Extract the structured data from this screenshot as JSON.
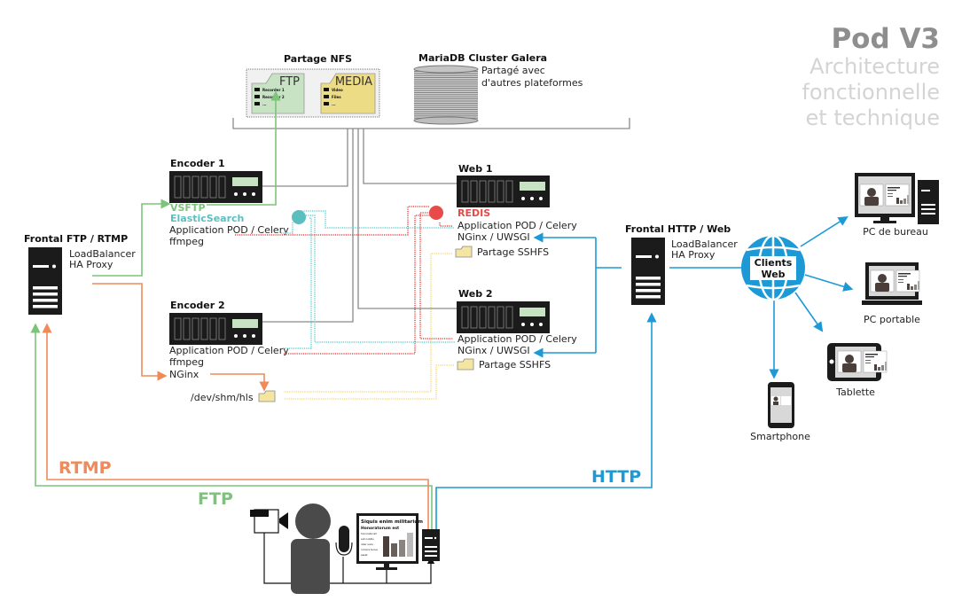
{
  "title": {
    "main": "Pod V3",
    "sub_lines": [
      "Architecture",
      "fonctionnelle",
      "et technique"
    ]
  },
  "colors": {
    "ftp": "#7cc47a",
    "rtmp": "#ef8a5a",
    "http": "#1d9ad6",
    "elasticsearch": "#5bbfbf",
    "redis": "#e84a4a",
    "sshfs": "#f2d36b",
    "wire": "#8a8a8a",
    "server": "#1b1b1b"
  },
  "nfs": {
    "title": "Partage NFS",
    "folders": [
      {
        "name": "FTP",
        "items": [
          "Recorder 1",
          "Recorder 2",
          "..."
        ]
      },
      {
        "name": "MEDIA",
        "items": [
          "Video",
          "Files",
          "..."
        ]
      }
    ]
  },
  "mariadb": {
    "title": "MariaDB Cluster Galera",
    "note_lines": [
      "Partagé avec",
      "d'autres plateformes"
    ]
  },
  "frontal_ftp": {
    "title": "Frontal FTP / RTMP",
    "services": [
      "LoadBalancer",
      "HA Proxy"
    ]
  },
  "encoder1": {
    "title": "Encoder 1",
    "services": [
      {
        "label": "VSFTP",
        "kind": "ftp"
      },
      {
        "label": "ElasticSearch",
        "kind": "elasticsearch"
      },
      {
        "label": "Application POD / Celery",
        "kind": "plain"
      },
      {
        "label": "ffmpeg",
        "kind": "plain"
      }
    ]
  },
  "encoder2": {
    "title": "Encoder 2",
    "services": [
      "Application POD / Celery",
      "ffmpeg",
      "NGinx"
    ],
    "hls_path": "/dev/shm/hls"
  },
  "web1": {
    "title": "Web 1",
    "services": [
      {
        "label": "REDIS",
        "kind": "redis"
      },
      {
        "label": "Application POD / Celery",
        "kind": "plain"
      },
      {
        "label": "NGinx / UWSGI",
        "kind": "plain"
      },
      {
        "label": "Partage SSHFS",
        "kind": "folder"
      }
    ]
  },
  "web2": {
    "title": "Web 2",
    "services": [
      {
        "label": "Application POD / Celery",
        "kind": "plain"
      },
      {
        "label": "NGinx / UWSGI",
        "kind": "plain"
      },
      {
        "label": "Partage SSHFS",
        "kind": "folder"
      }
    ]
  },
  "frontal_http": {
    "title": "Frontal HTTP / Web",
    "services": [
      "LoadBalancer",
      "HA Proxy"
    ]
  },
  "clients": {
    "globe_lines": [
      "Clients",
      "Web"
    ],
    "devices": [
      "PC de bureau",
      "PC portable",
      "Tablette",
      "Smartphone"
    ]
  },
  "protocols": {
    "rtmp": "RTMP",
    "ftp": "FTP",
    "http": "HTTP"
  },
  "studio": {
    "screen_title": "Siquis enim militarium",
    "screen_subtitle": "Honoratorum est",
    "screen_lines": [
      "honoratorum",
      "aut nobilis",
      "inter suos",
      "rumore tenus",
      "esset"
    ]
  }
}
